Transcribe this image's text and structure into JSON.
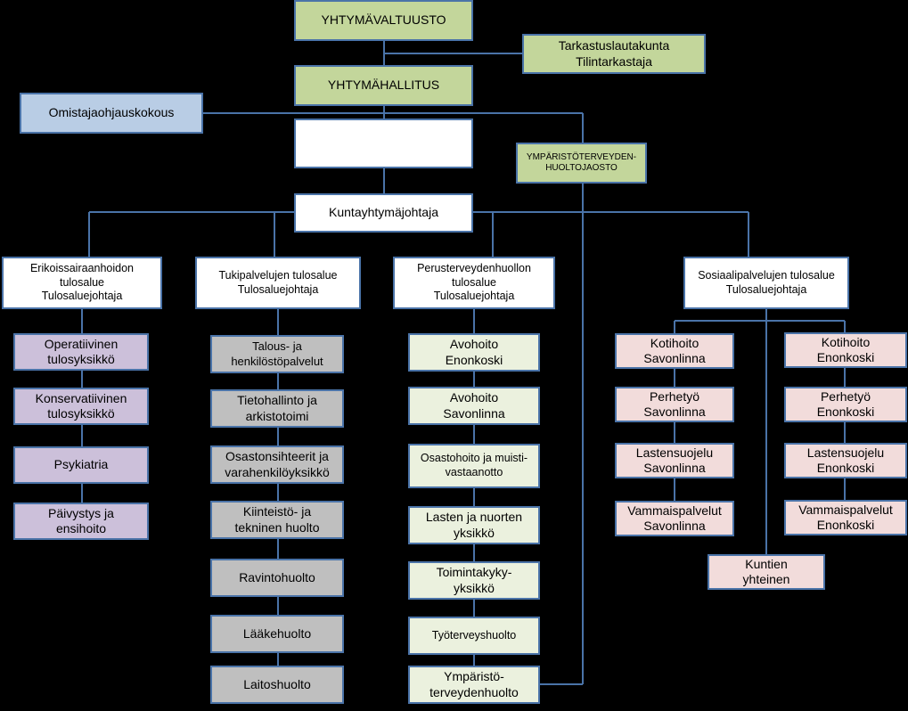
{
  "governance": {
    "council": "YHTYMÄVALTUUSTO",
    "audit": "Tarkastuslautakunta\nTilintarkastaja",
    "board": "YHTYMÄHALLITUS",
    "owner_meeting": "Omistajaohjauskokous",
    "env_committee": "YMPÄRISTÖTERVEYDEN-\nHUOLTOJAOSTO",
    "director": "Kuntayhtymäjohtaja"
  },
  "areas": [
    {
      "title": "Erikoissairaanhoidon\ntulosalue\nTulosaluejohtaja",
      "units": [
        "Operatiivinen\ntulosyksikkö",
        "Konservatiivinen\ntulosyksikkö",
        "Psykiatria",
        "Päivystys ja\nensihoito"
      ]
    },
    {
      "title": "Tukipalvelujen tulosalue\nTulosaluejohtaja",
      "units": [
        "Talous- ja\nhenkilöstöpalvelut",
        "Tietohallinto ja\narkistotoimi",
        "Osastonsihteerit ja\nvarahenkilöyksikkö",
        "Kiinteistö- ja\ntekninen huolto",
        "Ravintohuolto",
        "Lääkehuolto",
        "Laitoshuolto"
      ]
    },
    {
      "title": "Perusterveydenhuollon\ntulosalue\nTulosaluejohtaja",
      "units": [
        "Avohoito\nEnonkoski",
        "Avohoito\nSavonlinna",
        "Osastohoito ja muisti-\nvastaanotto",
        "Lasten ja nuorten\nyksikkö",
        "Toimintakyky-\nyksikkö",
        "Työterveyshuolto",
        "Ympäristö-\nterveydenhuolto"
      ]
    },
    {
      "title": "Sosiaalipalvelujen tulosalue\nTulosaluejohtaja",
      "units_savonlinna": [
        "Kotihoito\nSavonlinna",
        "Perhetyö\nSavonlinna",
        "Lastensuojelu\nSavonlinna",
        "Vammaispalvelut\nSavonlinna"
      ],
      "units_enonkoski": [
        "Kotihoito\nEnonkoski",
        "Perhetyö\nEnonkoski",
        "Lastensuojelu\nEnonkoski",
        "Vammaispalvelut\nEnonkoski"
      ],
      "shared": "Kuntien\nyhteinen"
    }
  ],
  "colors": {
    "governance": "#c3d69b",
    "owner_meeting": "#b9cde5",
    "specialist_units": "#ccc0da",
    "support_units": "#bfbfbf",
    "primary_units": "#ebf1de",
    "social_units": "#f2dcdb",
    "connector": "#4a73a8",
    "background": "#000000"
  }
}
